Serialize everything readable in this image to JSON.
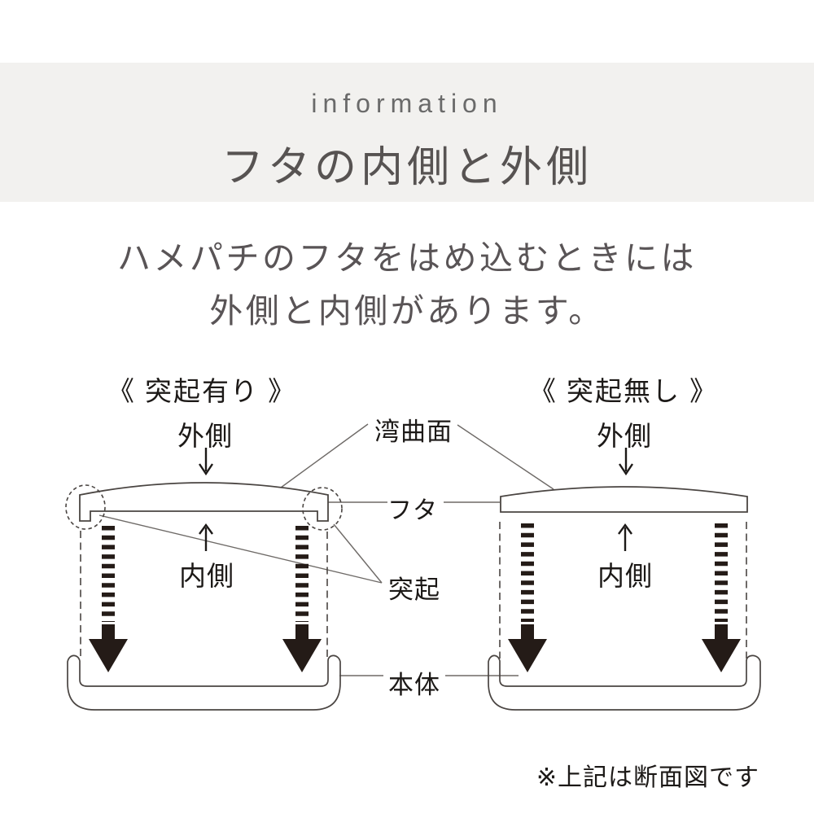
{
  "header": {
    "eyebrow": "information",
    "title": "フタの内側と外側",
    "background": "#f2f1ef"
  },
  "intro": {
    "line1": "ハメパチのフタをはめ込むときには",
    "line2": "外側と内側があります。"
  },
  "diagram": {
    "left": {
      "heading": "《 突起有り 》",
      "outside": "外側",
      "inside": "内側"
    },
    "right": {
      "heading": "《 突起無し 》",
      "outside": "外側",
      "inside": "内側"
    },
    "labels": {
      "curved_surface": "湾曲面",
      "lid": "フタ",
      "protrusion": "突起",
      "body": "本体"
    }
  },
  "footer": {
    "note": "※上記は断面図です"
  },
  "colors": {
    "outline": "#4a4542",
    "leader_line": "#6e6a67",
    "insertion_arrow": "#241b17",
    "label_text": "#1c1917",
    "muted_text": "#595456"
  }
}
